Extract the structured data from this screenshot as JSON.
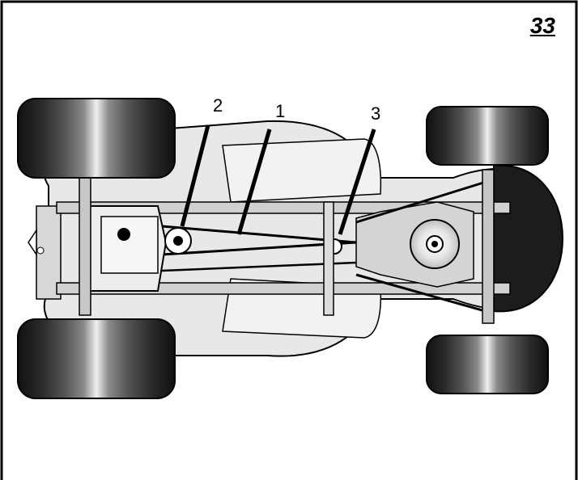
{
  "figure": {
    "number": "33"
  },
  "callouts": [
    {
      "id": "1",
      "label": "1"
    },
    {
      "id": "2",
      "label": "2"
    },
    {
      "id": "3",
      "label": "3"
    }
  ],
  "colors": {
    "outline": "#000000",
    "body": "#e6e6e6",
    "frame": "#cfcfcf",
    "tire_dark": "#1a1a1a",
    "tire_light": "#f2f2f2"
  }
}
